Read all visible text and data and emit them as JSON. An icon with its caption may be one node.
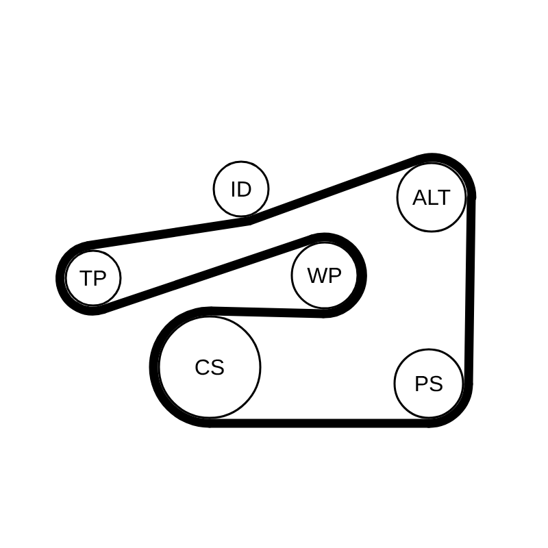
{
  "diagram": {
    "nodes": [
      {
        "text": [
          "ID"
        ]
      },
      {
        "text": [
          "ALT"
        ]
      },
      {
        "text": [
          "TP"
        ]
      },
      {
        "text": [
          "WP"
        ]
      },
      {
        "text": [
          "CS"
        ]
      },
      {
        "text": [
          "PS"
        ]
      }
    ],
    "edges": [
      {
        "from": 2,
        "to": 0,
        "arrow": "none"
      },
      {
        "from": 0,
        "to": 1,
        "arrow": "none"
      },
      {
        "from": 1,
        "to": 5,
        "arrow": "none"
      },
      {
        "from": 5,
        "to": 4,
        "arrow": "none"
      },
      {
        "from": 4,
        "to": 3,
        "arrow": "none"
      },
      {
        "from": 3,
        "to": 2,
        "arrow": "none"
      }
    ]
  }
}
